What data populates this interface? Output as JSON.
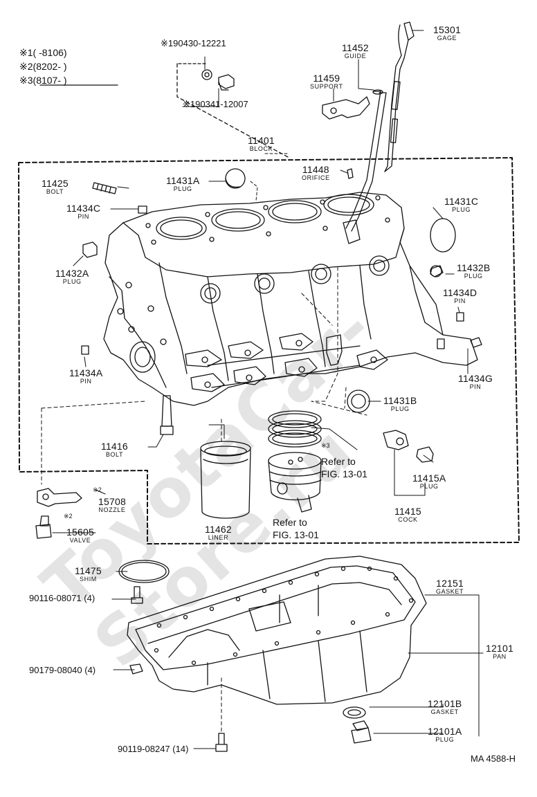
{
  "watermark": "ToyotaCar-Store.ru",
  "legend": [
    {
      "mark": "※1",
      "range": "(      -8106)"
    },
    {
      "mark": "※2",
      "range": "(8202-       )"
    },
    {
      "mark": "※3",
      "range": "(8107-       )"
    }
  ],
  "parts": {
    "p15301": {
      "num": "15301",
      "name": "GAGE"
    },
    "p11452": {
      "num": "11452",
      "name": "GUIDE"
    },
    "p11459": {
      "num": "11459",
      "name": "SUPPORT"
    },
    "p190430": {
      "num": "※190430-12221"
    },
    "p190341": {
      "num": "※190341-12007"
    },
    "p11401": {
      "num": "11401",
      "name": "BLOCK"
    },
    "p11425": {
      "num": "11425",
      "name": "BOLT"
    },
    "p11431A": {
      "num": "11431A",
      "name": "PLUG"
    },
    "p11448": {
      "num": "11448",
      "name": "ORIFICE"
    },
    "p11431C": {
      "num": "11431C",
      "name": "PLUG"
    },
    "p11434C": {
      "num": "11434C",
      "name": "PIN"
    },
    "p11432A": {
      "num": "11432A",
      "name": "PLUG"
    },
    "p11432B": {
      "num": "11432B",
      "name": "PLUG"
    },
    "p11434D": {
      "num": "11434D",
      "name": "PIN"
    },
    "p11434A": {
      "num": "11434A",
      "name": "PIN"
    },
    "p11434G": {
      "num": "11434G",
      "name": "PIN"
    },
    "p11431B": {
      "num": "11431B",
      "name": "PLUG"
    },
    "p11416": {
      "num": "11416",
      "name": "BOLT"
    },
    "p11415A": {
      "num": "11415A",
      "name": "PLUG"
    },
    "p11415": {
      "num": "11415",
      "name": "COCK"
    },
    "p11462": {
      "num": "11462",
      "name": "LINER"
    },
    "p15708": {
      "num": "15708",
      "name": "NOZZLE",
      "mark": "※2"
    },
    "p15605": {
      "num": "15605",
      "name": "VALVE",
      "mark": "※2"
    },
    "p11475": {
      "num": "11475",
      "name": "SHIM"
    },
    "p12151": {
      "num": "12151",
      "name": "GASKET"
    },
    "p12101": {
      "num": "12101",
      "name": "PAN"
    },
    "p12101B": {
      "num": "12101B",
      "name": "GASKET"
    },
    "p12101A": {
      "num": "12101A",
      "name": "PLUG"
    },
    "b90116": {
      "num": "90116-08071 (4)"
    },
    "b90179": {
      "num": "90179-08040 (4)"
    },
    "b90119": {
      "num": "90119-08247 (14)"
    }
  },
  "refs": {
    "ring_mark": "※3",
    "ring_ref_line1": "Refer to",
    "ring_ref_line2": "FIG. 13-01",
    "piston_ref_line1": "Refer to",
    "piston_ref_line2": "FIG. 13-01"
  },
  "figure_code": "MA 4588-H"
}
